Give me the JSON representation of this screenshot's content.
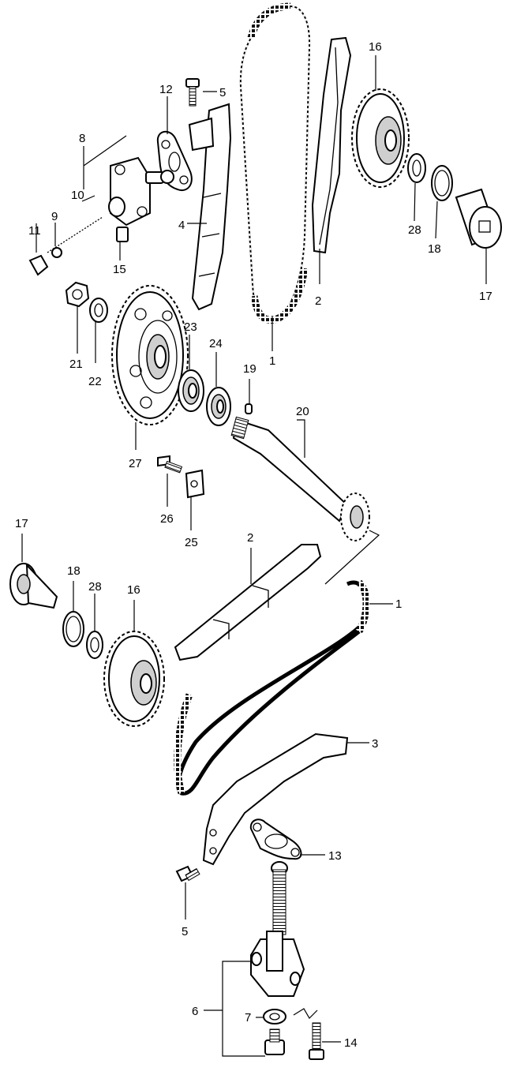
{
  "labels": {
    "p1_top": "1",
    "p2_top": "2",
    "p4": "4",
    "p5_top": "5",
    "p8": "8",
    "p9": "9",
    "p10": "10",
    "p11": "11",
    "p12": "12",
    "p15": "15",
    "p16_top": "16",
    "p17_top": "17",
    "p18_top": "18",
    "p19": "19",
    "p20": "20",
    "p21": "21",
    "p22": "22",
    "p23": "23",
    "p24": "24",
    "p25": "25",
    "p26": "26",
    "p27": "27",
    "p28_top": "28",
    "p17_bot": "17",
    "p18_bot": "18",
    "p28_bot": "28",
    "p16_bot": "16",
    "p2_bot": "2",
    "p1_bot": "1",
    "p3": "3",
    "p13": "13",
    "p5_bot": "5",
    "p6": "6",
    "p7": "7",
    "p14": "14"
  }
}
